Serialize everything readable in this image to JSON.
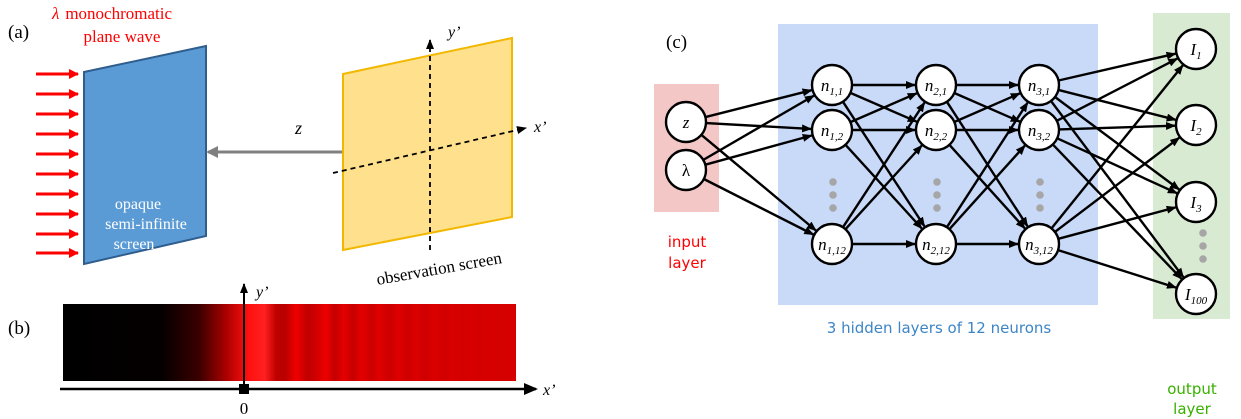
{
  "panel_a": {
    "label": "(a)",
    "lambda_symbol": "λ",
    "wave_line1": "monochromatic",
    "wave_line2": "plane wave",
    "screen_line1": "opaque",
    "screen_line2": "semi-infinite",
    "screen_line3": "screen",
    "distance_label": "z",
    "axis_x_label": "x’",
    "axis_y_label": "y’",
    "observation_label": "observation screen",
    "colors": {
      "wave": "#ff0000",
      "screen": "#5b9bd5",
      "observation": "#ffe08c",
      "observation_edge": "#f2b800"
    }
  },
  "panel_b": {
    "label": "(b)",
    "axis_x_label": "x’",
    "axis_y_label": "y’",
    "origin_label": "0"
  },
  "panel_c": {
    "label": "(c)",
    "input_title_line1": "input",
    "input_title_line2": "layer",
    "hidden_title": "3 hidden layers of 12 neurons",
    "output_title_line1": "output",
    "output_title_line2": "layer",
    "inputs": [
      "z",
      "λ"
    ],
    "hidden_layers": [
      [
        [
          "n",
          "1,1"
        ],
        [
          "n",
          "1,2"
        ],
        [
          "n",
          "1,12"
        ]
      ],
      [
        [
          "n",
          "2,1"
        ],
        [
          "n",
          "2,2"
        ],
        [
          "n",
          "2,12"
        ]
      ],
      [
        [
          "n",
          "3,1"
        ],
        [
          "n",
          "3,2"
        ],
        [
          "n",
          "3,12"
        ]
      ]
    ],
    "outputs": [
      [
        "I",
        "1"
      ],
      [
        "I",
        "2"
      ],
      [
        "I",
        "3"
      ],
      [
        "I",
        "100"
      ]
    ],
    "colors": {
      "input_bg": "#f4c7c7",
      "hidden_bg": "#c9daf8",
      "output_bg": "#d9ead3",
      "input_text": "#ff0000",
      "hidden_text": "#3d85c6",
      "output_text": "#38b000"
    }
  }
}
